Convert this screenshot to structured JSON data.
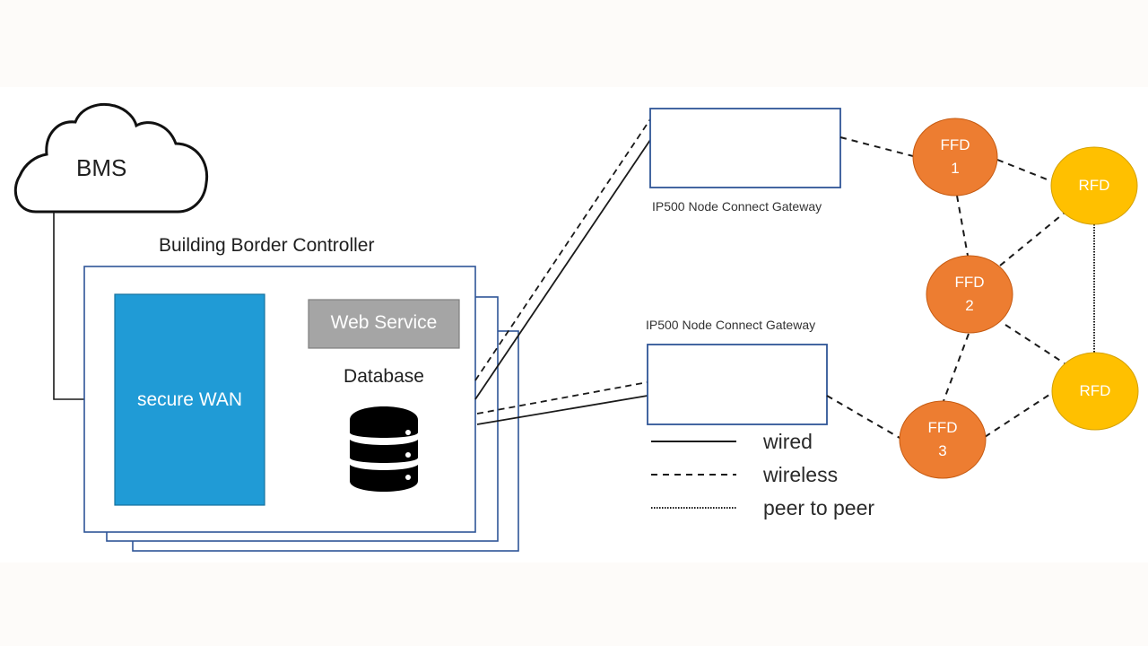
{
  "diagram": {
    "bms": {
      "label": "BMS",
      "icon": "cloud-icon"
    },
    "building_border_controller": {
      "title": "Building Border Controller",
      "secure_wan": {
        "label": "secure WAN",
        "color": "#209bd6"
      },
      "web_service": {
        "label": "Web Service",
        "color": "#a5a5a5"
      },
      "database": {
        "label": "Database",
        "icon": "database-icon"
      }
    },
    "gateways": [
      {
        "label": "IP500 Node Connect Gateway"
      },
      {
        "label": "IP500 Node Connect Gateway"
      }
    ],
    "nodes": [
      {
        "id": "ffd1",
        "line1": "FFD",
        "line2": "1",
        "type": "FFD",
        "color": "#ed7d31"
      },
      {
        "id": "ffd2",
        "line1": "FFD",
        "line2": "2",
        "type": "FFD",
        "color": "#ed7d31"
      },
      {
        "id": "ffd3",
        "line1": "FFD",
        "line2": "3",
        "type": "FFD",
        "color": "#ed7d31"
      },
      {
        "id": "rfd1",
        "line1": "RFD",
        "line2": "",
        "type": "RFD",
        "color": "#ffc000"
      },
      {
        "id": "rfd2",
        "line1": "RFD",
        "line2": "",
        "type": "RFD",
        "color": "#ffc000"
      }
    ],
    "connections": [
      {
        "from": "bms",
        "to": "building-border-controller",
        "style": "wired"
      },
      {
        "from": "building-border-controller",
        "to": "gateway-1",
        "style": "wireless"
      },
      {
        "from": "building-border-controller",
        "to": "gateway-1",
        "style": "wired"
      },
      {
        "from": "building-border-controller",
        "to": "gateway-2",
        "style": "wireless"
      },
      {
        "from": "building-border-controller",
        "to": "gateway-2",
        "style": "wired"
      },
      {
        "from": "gateway-1",
        "to": "ffd1",
        "style": "wireless"
      },
      {
        "from": "gateway-2",
        "to": "ffd3",
        "style": "wireless"
      },
      {
        "from": "ffd1",
        "to": "rfd1",
        "style": "wireless"
      },
      {
        "from": "ffd1",
        "to": "ffd2",
        "style": "wireless"
      },
      {
        "from": "ffd2",
        "to": "rfd1",
        "style": "wireless"
      },
      {
        "from": "ffd2",
        "to": "ffd3",
        "style": "wireless"
      },
      {
        "from": "ffd2",
        "to": "rfd2",
        "style": "wireless"
      },
      {
        "from": "ffd3",
        "to": "rfd2",
        "style": "wireless"
      },
      {
        "from": "rfd1",
        "to": "rfd2",
        "style": "peer to peer"
      }
    ],
    "legend": [
      {
        "style": "wired",
        "label": "wired"
      },
      {
        "style": "wireless",
        "label": "wireless"
      },
      {
        "style": "peer to peer",
        "label": "peer to peer"
      }
    ],
    "colors": {
      "box_border": "#2f5597",
      "line": "#1a1a1a"
    }
  }
}
